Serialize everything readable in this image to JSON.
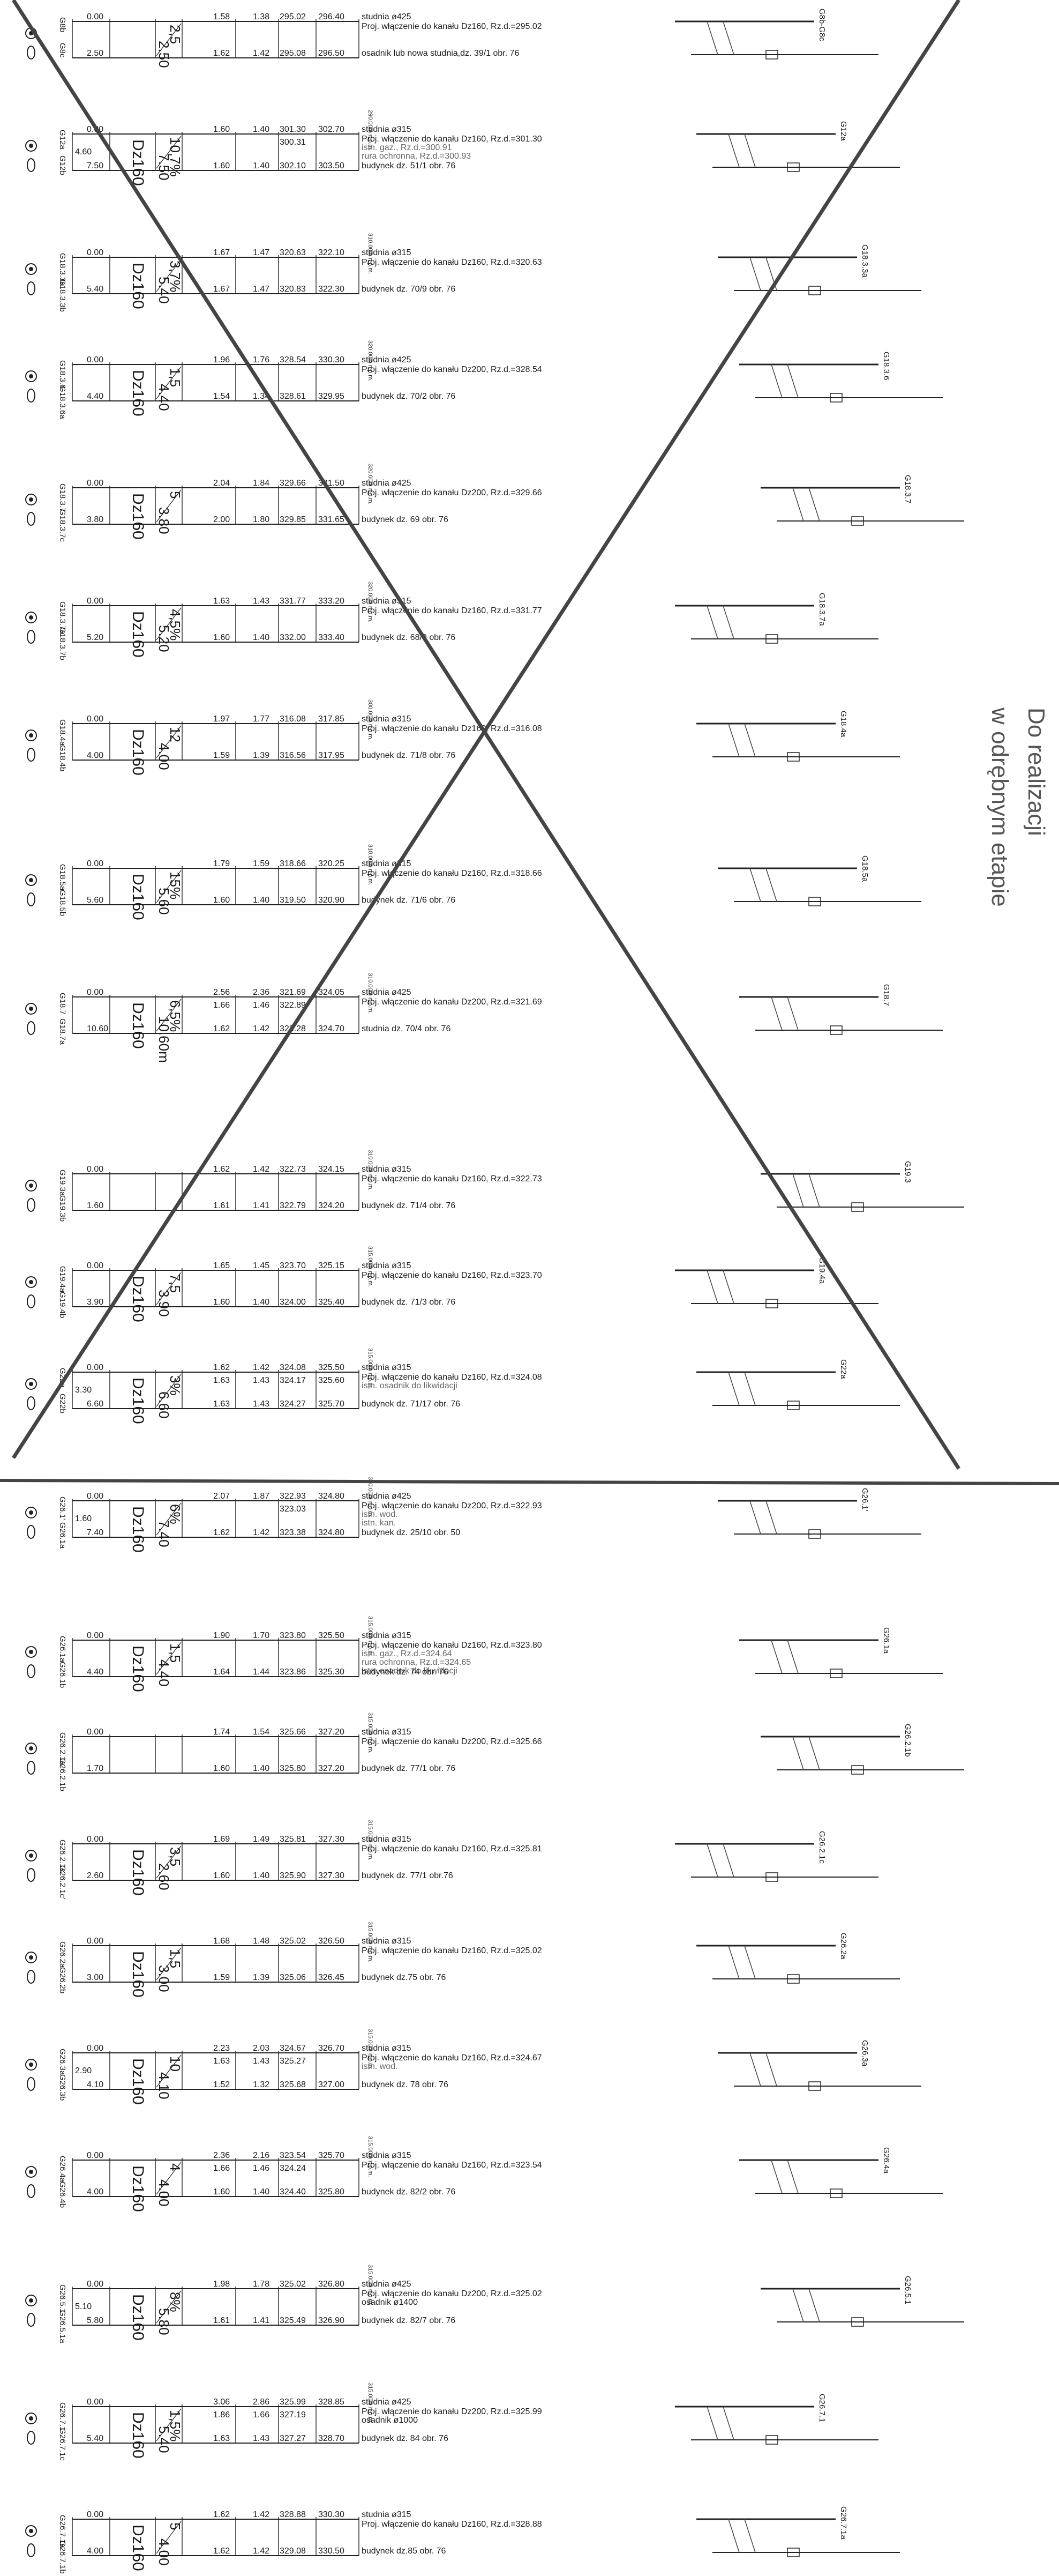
{
  "note": {
    "line1": "Do realizacji",
    "line2": "w odrębnym etapie"
  },
  "profiles": [
    {
      "tag": "G8b-G8c",
      "start": "G8b",
      "end": "G8c",
      "lengths": [
        "0.00",
        "2.50"
      ],
      "total": "2.50",
      "pipe": "",
      "slope": "2,5",
      "mid": "2.50",
      "wells": [
        [
          "1.58",
          "1.38",
          "295.02",
          "296.40"
        ],
        [
          "1.62",
          "1.42",
          "295.08",
          "296.50"
        ]
      ],
      "datum": "",
      "desc": [
        "studnia ø425",
        "Proj. włączenie do kanału Dz160, Rz.d.=295.02",
        "osadnik lub nowa studnia,dz. 39/1 obr. 76"
      ]
    },
    {
      "tag": "G12a",
      "start": "G12a",
      "end": "G12b",
      "lengths": [
        "0.00",
        "4.60",
        "7.50"
      ],
      "total": "7.50",
      "pipe": "Dz160",
      "slope": "10,7%",
      "mid": "7.50",
      "wells": [
        [
          "1.60",
          "1.40",
          "301.30",
          "302.70"
        ],
        [
          "",
          "",
          "300.31",
          ""
        ],
        [
          "1.60",
          "1.40",
          "302.10",
          "303.50"
        ]
      ],
      "datum": "290.00m n.p.m.",
      "desc": [
        "studnia ø315",
        "Proj. włączenie do kanału Dz160, Rz.d.=301.30",
        "istn. gaz., Rz.d.=300.91",
        "rura ochronna, Rz.d.=300.93",
        "budynek dz. 51/1 obr. 76"
      ]
    },
    {
      "tag": "G18.3.3a",
      "start": "G18.3.3a",
      "end": "G18.3.3b",
      "lengths": [
        "0.00",
        "5.40"
      ],
      "total": "5.40",
      "pipe": "Dz160",
      "slope": "3,7%",
      "mid": "5.40",
      "wells": [
        [
          "1.67",
          "1.47",
          "320.63",
          "322.10"
        ],
        [
          "1.67",
          "1.47",
          "320.83",
          "322.30"
        ]
      ],
      "datum": "310.00m n.p.m.",
      "desc": [
        "studnia ø315",
        "Proj. włączenie do kanału Dz160, Rz.d.=320.63",
        "budynek dz. 70/9 obr. 76"
      ]
    },
    {
      "tag": "G18.3.6",
      "start": "G18.3.6",
      "end": "G18.3.6a",
      "lengths": [
        "0.00",
        "4.40"
      ],
      "total": "4.40",
      "pipe": "Dz160",
      "slope": "1,5",
      "mid": "4.40",
      "wells": [
        [
          "1.96",
          "1.76",
          "328.54",
          "330.30"
        ],
        [
          "1.54",
          "1.34",
          "328.61",
          "329.95"
        ]
      ],
      "datum": "320.00m n.p.m.",
      "desc": [
        "studnia ø425",
        "Proj. włączenie do kanału Dz200, Rz.d.=328.54",
        "budynek dz. 70/2 obr. 76"
      ]
    },
    {
      "tag": "G18.3.7",
      "start": "G18.3.7",
      "end": "G18.3.7c",
      "lengths": [
        "0.00",
        "3.80"
      ],
      "total": "3.80",
      "pipe": "Dz160",
      "slope": "5",
      "mid": "3.80",
      "wells": [
        [
          "2.04",
          "1.84",
          "329.66",
          "331.50"
        ],
        [
          "2.00",
          "1.80",
          "329.85",
          "331.65"
        ]
      ],
      "datum": "320.00m n.p.m.",
      "desc": [
        "studnia ø425",
        "Proj. włączenie do kanału Dz200, Rz.d.=329.66",
        "budynek dz. 69 obr. 76"
      ]
    },
    {
      "tag": "G18.3.7a",
      "start": "G18.3.7a",
      "end": "G18.3.7b",
      "lengths": [
        "0.00",
        "5.20"
      ],
      "total": "5.20",
      "pipe": "Dz160",
      "slope": "4,5%",
      "mid": "5.20",
      "wells": [
        [
          "1.63",
          "1.43",
          "331.77",
          "333.20"
        ],
        [
          "1.60",
          "1.40",
          "332.00",
          "333.40"
        ]
      ],
      "datum": "320.00m n.p.m.",
      "desc": [
        "studnia ø315",
        "Proj. włączenie do kanału Dz160, Rz.d.=331.77",
        "budynek dz. 68/9 obr. 76"
      ]
    },
    {
      "tag": "G18.4a",
      "start": "G18.4a",
      "end": "G18.4b",
      "lengths": [
        "0.00",
        "4.00"
      ],
      "total": "4.00",
      "pipe": "Dz160",
      "slope": "12",
      "mid": "4.00",
      "wells": [
        [
          "1.97",
          "1.77",
          "316.08",
          "317.85"
        ],
        [
          "1.59",
          "1.39",
          "316.56",
          "317.95"
        ]
      ],
      "datum": "300.00m n.p.m.",
      "desc": [
        "studnia ø315",
        "Proj. włączenie do kanału Dz160, Rz.d.=316.08",
        "budynek dz. 71/8 obr. 76"
      ]
    },
    {
      "tag": "G18.5a",
      "start": "G18.5a",
      "end": "G18.5b",
      "lengths": [
        "0.00",
        "5.60"
      ],
      "total": "5.60",
      "pipe": "Dz160",
      "slope": "15%",
      "mid": "5.60",
      "wells": [
        [
          "1.79",
          "1.59",
          "318.66",
          "320.25"
        ],
        [
          "1.60",
          "1.40",
          "319.50",
          "320.90"
        ]
      ],
      "datum": "310.00m n.p.m.",
      "desc": [
        "studnia ø315",
        "Proj. włączenie do kanału Dz160, Rz.d.=318.66",
        "budynek dz. 71/6 obr. 76"
      ]
    },
    {
      "tag": "G18.7",
      "start": "G18.7",
      "end": "G18.7a",
      "lengths": [
        "0.00",
        "10.60"
      ],
      "total": "10.60",
      "pipe": "Dz160",
      "slope": "6,5%",
      "mid": "10.60m",
      "wells": [
        [
          "2.56",
          "2.36",
          "321.69",
          "324.05"
        ],
        [
          "1.66",
          "1.46",
          "322.89",
          ""
        ],
        [
          "1.62",
          "1.42",
          "323.28",
          "324.70"
        ]
      ],
      "datum": "310.00m n.p.m.",
      "desc": [
        "studnia ø425",
        "Proj. włączenie do kanału Dz200, Rz.d.=321.69",
        "studnia dz. 70/4 obr. 76"
      ]
    },
    {
      "tag": "G19.3",
      "start": "G19.3a",
      "end": "G19.3b",
      "lengths": [
        "0.00",
        "1.60"
      ],
      "total": "1.60",
      "pipe": "",
      "slope": "",
      "mid": "",
      "wells": [
        [
          "1.62",
          "1.42",
          "322.73",
          "324.15"
        ],
        [
          "1.61",
          "1.41",
          "322.79",
          "324.20"
        ]
      ],
      "datum": "310.00m n.p.m.",
      "desc": [
        "studnia ø315",
        "Proj. włączenie do kanału Dz160, Rz.d.=322.73",
        "budynek dz. 71/4 obr. 76"
      ]
    },
    {
      "tag": "G19.4a",
      "start": "G19.4a",
      "end": "G19.4b",
      "lengths": [
        "0.00",
        "3.90"
      ],
      "total": "3.90",
      "pipe": "Dz160",
      "slope": "7,5",
      "mid": "3.90",
      "wells": [
        [
          "1.65",
          "1.45",
          "323.70",
          "325.15"
        ],
        [
          "1.60",
          "1.40",
          "324.00",
          "325.40"
        ]
      ],
      "datum": "315.00m n.p.m.",
      "desc": [
        "studnia ø315",
        "Proj. włączenie do kanału Dz160, Rz.d.=323.70",
        "budynek dz. 71/3 obr. 76"
      ]
    },
    {
      "tag": "G22a",
      "start": "G22a",
      "end": "G22b",
      "lengths": [
        "0.00",
        "3.30",
        "6.60"
      ],
      "total": "6.60",
      "pipe": "Dz160",
      "slope": "3%",
      "mid": "6.60",
      "wells": [
        [
          "1.62",
          "1.42",
          "324.08",
          "325.50"
        ],
        [
          "1.63",
          "1.43",
          "324.17",
          "325.60"
        ],
        [
          "1.63",
          "1.43",
          "324.27",
          "325.70"
        ]
      ],
      "datum": "315.00m n.p.m.",
      "desc": [
        "studnia ø315",
        "Proj. włączenie do kanału Dz160, Rz.d.=324.08",
        "istn. osadnik do likwidacji",
        "budynek dz. 71/17 obr. 76"
      ]
    },
    {
      "tag": "G26.1'",
      "start": "G26.1'",
      "end": "G26.1a",
      "lengths": [
        "0.00",
        "1.60",
        "7.40"
      ],
      "total": "7.40",
      "pipe": "Dz160",
      "slope": "6%",
      "mid": "7.40",
      "wells": [
        [
          "2.07",
          "1.87",
          "322.93",
          "324.80"
        ],
        [
          "",
          "",
          "323.03",
          ""
        ],
        [
          "1.62",
          "1.42",
          "323.38",
          "324.80"
        ]
      ],
      "datum": "300.00m n.p.m.",
      "desc": [
        "studnia ø425",
        "Proj. włączenie do kanału Dz200, Rz.d.=322.93",
        "istn. wod.",
        "istn. kan.",
        "budynek dz. 25/10 obr. 50"
      ]
    },
    {
      "tag": "G26.1a",
      "start": "G26.1a",
      "end": "G26.1b",
      "lengths": [
        "0.00",
        "4.40"
      ],
      "total": "4.40",
      "pipe": "Dz160",
      "slope": "1,5",
      "mid": "4.40",
      "wells": [
        [
          "1.90",
          "1.70",
          "323.80",
          "325.50"
        ],
        [
          "1.64",
          "1.44",
          "323.86",
          "325.30"
        ]
      ],
      "datum": "315.00m n.p.m.",
      "desc": [
        "studnia ø315",
        "Proj. włączenie do kanału Dz160, Rz.d.=323.80",
        "istn. gaz., Rz.d.=324.64",
        "rura ochronna, Rz.d.=324.65",
        "istn. osadnik do likwidacji",
        "budynek dz. 74 obr. 76"
      ]
    },
    {
      "tag": "G26.2.1b",
      "start": "G26.2.1a",
      "end": "G26.2.1b",
      "lengths": [
        "0.00",
        "1.70"
      ],
      "total": "1.70",
      "pipe": "",
      "slope": "",
      "mid": "",
      "wells": [
        [
          "1.74",
          "1.54",
          "325.66",
          "327.20"
        ],
        [
          "1.60",
          "1.40",
          "325.80",
          "327.20"
        ]
      ],
      "datum": "315.00m n.p.m.",
      "desc": [
        "studnia ø315",
        "Proj. włączenie do kanału Dz200, Rz.d.=325.66",
        "budynek dz. 77/1 obr. 76"
      ]
    },
    {
      "tag": "G26.2.1c",
      "start": "G26.2.1c",
      "end": "G26.2.1c'",
      "lengths": [
        "0.00",
        "2.60"
      ],
      "total": "2.60",
      "pipe": "Dz160",
      "slope": "3,5",
      "mid": "2.60",
      "wells": [
        [
          "1.69",
          "1.49",
          "325.81",
          "327.30"
        ],
        [
          "1.60",
          "1.40",
          "325.90",
          "327.30"
        ]
      ],
      "datum": "315.00m n.p.m.",
      "desc": [
        "studnia ø315",
        "Proj. włączenie do kanału Dz160, Rz.d.=325.81",
        "budynek dz. 77/1 obr.76"
      ]
    },
    {
      "tag": "G26.2a",
      "start": "G26.2a",
      "end": "G26.2b",
      "lengths": [
        "0.00",
        "3.00"
      ],
      "total": "3.00",
      "pipe": "Dz160",
      "slope": "1,5",
      "mid": "3.00",
      "wells": [
        [
          "1.68",
          "1.48",
          "325.02",
          "326.50"
        ],
        [
          "1.59",
          "1.39",
          "325.06",
          "326.45"
        ]
      ],
      "datum": "315.00m n.p.m.",
      "desc": [
        "studnia ø315",
        "Proj. włączenie do kanału Dz160, Rz.d.=325.02",
        "budynek dz.75 obr. 76"
      ]
    },
    {
      "tag": "G26.3a",
      "start": "G26.3a",
      "end": "G26.3b",
      "lengths": [
        "0.00",
        "2.90",
        "4.10"
      ],
      "total": "4.10",
      "pipe": "Dz160",
      "slope": "10",
      "mid": "4.10",
      "wells": [
        [
          "2.23",
          "2.03",
          "324.67",
          "326.70"
        ],
        [
          "1.63",
          "1.43",
          "325.27",
          ""
        ],
        [
          "1.52",
          "1.32",
          "325.68",
          "327.00"
        ]
      ],
      "datum": "315.00m n.p.m.",
      "desc": [
        "studnia ø315",
        "Proj. włączenie do kanału Dz160, Rz.d.=324.67",
        "istn. wod.",
        "budynek dz. 78 obr. 76"
      ]
    },
    {
      "tag": "G26.4a",
      "start": "G26.4a",
      "end": "G26.4b",
      "lengths": [
        "0.00",
        "4.00"
      ],
      "total": "4.00",
      "pipe": "Dz160",
      "slope": "4",
      "mid": "4.00",
      "wells": [
        [
          "2.36",
          "2.16",
          "323.54",
          "325.70"
        ],
        [
          "1.66",
          "1.46",
          "324.24",
          ""
        ],
        [
          "1.60",
          "1.40",
          "324.40",
          "325.80"
        ]
      ],
      "datum": "315.00m n.p.m.",
      "desc": [
        "studnia ø315",
        "Proj. włączenie do kanału Dz160, Rz.d.=323.54",
        "budynek dz. 82/2 obr. 76"
      ]
    },
    {
      "tag": "G26.5.1",
      "start": "G26.5.1",
      "end": "G26.5.1a",
      "lengths": [
        "0.00",
        "5.10",
        "5.80"
      ],
      "total": "5.80",
      "pipe": "Dz160",
      "slope": "8%",
      "mid": "5.80",
      "wells": [
        [
          "1.98",
          "1.78",
          "325.02",
          "326.80"
        ],
        [
          "1.61",
          "1.41",
          "325.49",
          "326.90"
        ]
      ],
      "datum": "315.00m n.p.m.",
      "desc": [
        "studnia ø425",
        "Proj. włączenie do kanału Dz200, Rz.d.=325.02",
        "osadnik ø1400",
        "budynek dz. 82/7 obr. 76"
      ]
    },
    {
      "tag": "G26.7.1",
      "start": "G26.7.1",
      "end": "G26.7.1c",
      "lengths": [
        "0.00",
        "5.40"
      ],
      "total": "5.40",
      "pipe": "Dz160",
      "slope": "1,5%",
      "mid": "5.40",
      "wells": [
        [
          "3.06",
          "2.86",
          "325.99",
          "328.85"
        ],
        [
          "1.86",
          "1.66",
          "327.19",
          ""
        ],
        [
          "1.63",
          "1.43",
          "327.27",
          "328.70"
        ]
      ],
      "datum": "315.00m n.p.m.",
      "desc": [
        "studnia ø425",
        "Proj. włączenie do kanału Dz200, Rz.d.=325.99",
        "osadnik ø1000",
        "budynek dz. 84 obr. 76"
      ]
    },
    {
      "tag": "G26.7.1a",
      "start": "G26.7.1a",
      "end": "G26.7.1b",
      "lengths": [
        "0.00",
        "4.00"
      ],
      "total": "4.00",
      "pipe": "Dz160",
      "slope": "5",
      "mid": "4.00",
      "wells": [
        [
          "1.62",
          "1.42",
          "328.88",
          "330.30"
        ],
        [
          "1.62",
          "1.42",
          "329.08",
          "330.50"
        ]
      ],
      "datum": "",
      "desc": [
        "studnia ø315",
        "Proj. włączenie do kanału Dz160, Rz.d.=328.88",
        "budynek dz.85 obr. 76"
      ]
    }
  ]
}
